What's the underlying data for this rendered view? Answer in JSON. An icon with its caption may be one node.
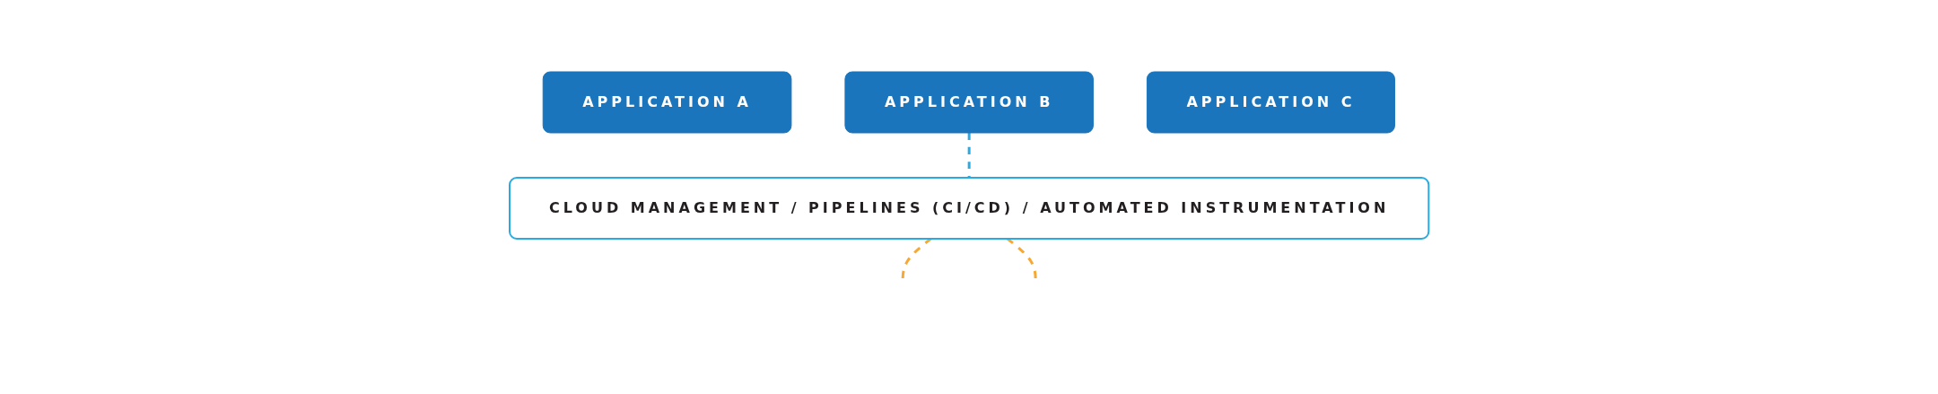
{
  "diagram": {
    "nodes": [
      {
        "text": [
          "APPLICATION A"
        ]
      },
      {
        "text": [
          "APPLICATION B"
        ]
      },
      {
        "text": [
          "APPLICATION C"
        ]
      },
      {
        "text": [
          "CLOUD MANAGEMENT / PIPELINES (CI/CD) / AUTOMATED INSTRUMENTATION"
        ]
      }
    ],
    "edges": [
      {
        "from": 1,
        "to": 3,
        "arrow": "none",
        "style": "dashed",
        "color": "#29abe2"
      },
      {
        "from": 3,
        "to": null,
        "arrow": "none",
        "style": "dashed",
        "color": "#f7a833"
      },
      {
        "from": 3,
        "to": null,
        "arrow": "none",
        "style": "dashed",
        "color": "#f7a833"
      }
    ]
  }
}
